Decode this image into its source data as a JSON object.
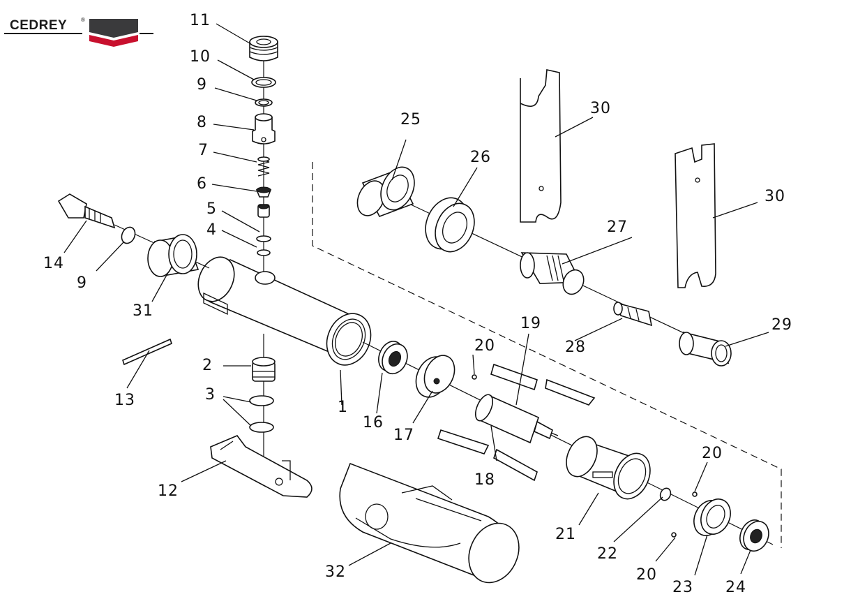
{
  "brand": {
    "name": "CEDREY",
    "mark": "®",
    "colors": {
      "dark": "#3a3a3c",
      "red": "#c8102e",
      "text": "#1a1a1a"
    }
  },
  "callouts": [
    {
      "id": "c11a",
      "label": "11"
    },
    {
      "id": "c10",
      "label": "10"
    },
    {
      "id": "c9a",
      "label": "9"
    },
    {
      "id": "c8",
      "label": "8"
    },
    {
      "id": "c7",
      "label": "7"
    },
    {
      "id": "c6",
      "label": "6"
    },
    {
      "id": "c5",
      "label": "5"
    },
    {
      "id": "c4",
      "label": "4"
    },
    {
      "id": "c14",
      "label": "14"
    },
    {
      "id": "c9b",
      "label": "9"
    },
    {
      "id": "c31",
      "label": "31"
    },
    {
      "id": "c13",
      "label": "13"
    },
    {
      "id": "c2",
      "label": "2"
    },
    {
      "id": "c3",
      "label": "3"
    },
    {
      "id": "c12",
      "label": "12"
    },
    {
      "id": "c1",
      "label": "1"
    },
    {
      "id": "c16",
      "label": "16"
    },
    {
      "id": "c17",
      "label": "17"
    },
    {
      "id": "c20a",
      "label": "20"
    },
    {
      "id": "c19",
      "label": "19"
    },
    {
      "id": "c18",
      "label": "18"
    },
    {
      "id": "c25",
      "label": "25"
    },
    {
      "id": "c26",
      "label": "26"
    },
    {
      "id": "c30a",
      "label": "30"
    },
    {
      "id": "c30b",
      "label": "30"
    },
    {
      "id": "c27",
      "label": "27"
    },
    {
      "id": "c28",
      "label": "28"
    },
    {
      "id": "c29",
      "label": "29"
    },
    {
      "id": "c21",
      "label": "21"
    },
    {
      "id": "c22",
      "label": "22"
    },
    {
      "id": "c20b",
      "label": "20"
    },
    {
      "id": "c20c",
      "label": "20"
    },
    {
      "id": "c23",
      "label": "23"
    },
    {
      "id": "c24",
      "label": "24"
    },
    {
      "id": "c32",
      "label": "32"
    }
  ]
}
